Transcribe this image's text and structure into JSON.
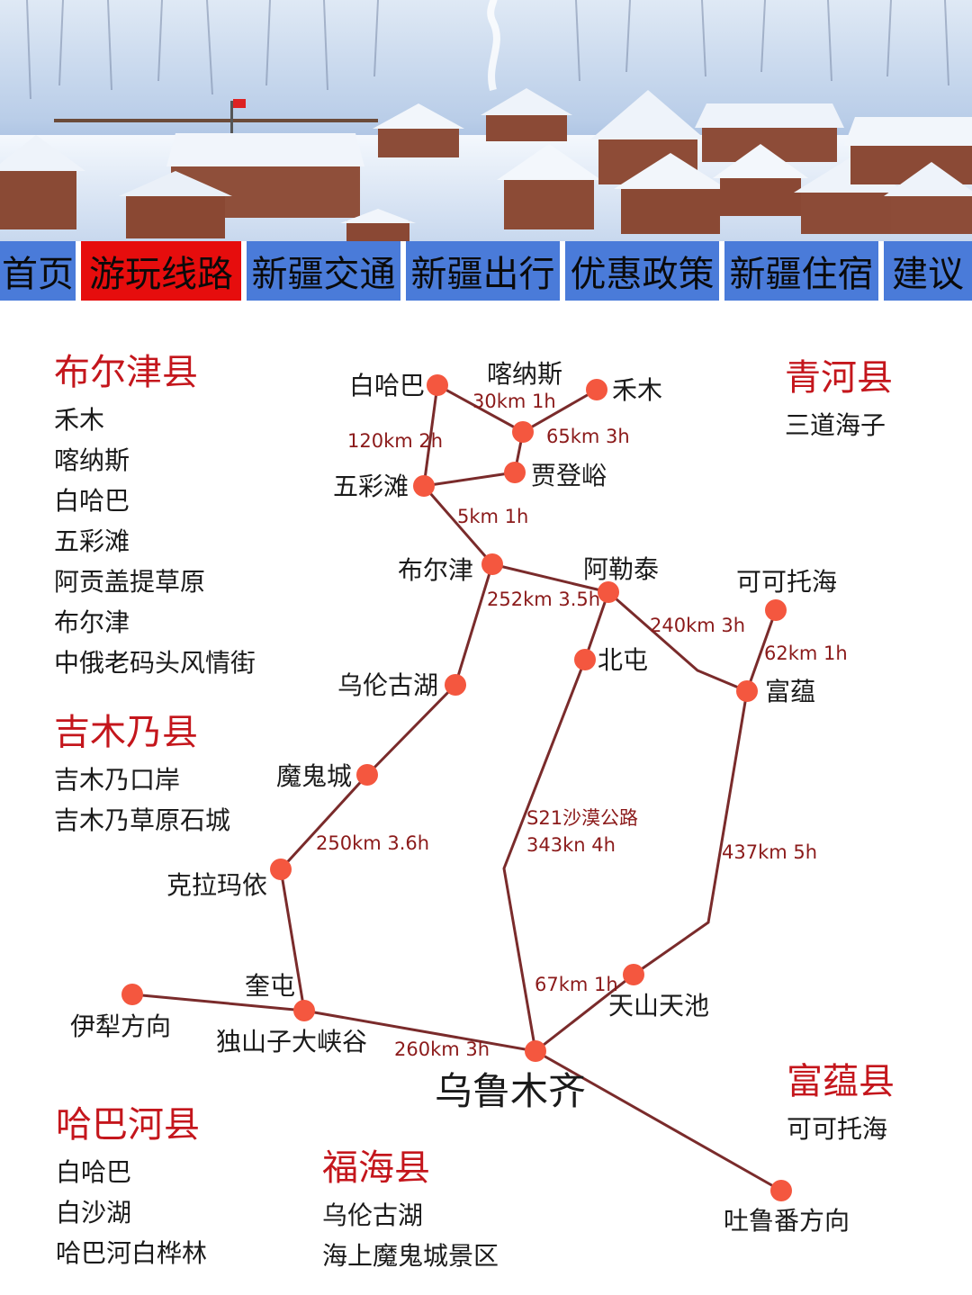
{
  "nav": {
    "tabs": [
      {
        "label": "首页",
        "active": false
      },
      {
        "label": "游玩线路",
        "active": true
      },
      {
        "label": "新疆交通",
        "active": false
      },
      {
        "label": "新疆出行",
        "active": false
      },
      {
        "label": "优惠政策",
        "active": false
      },
      {
        "label": "新疆住宿",
        "active": false
      },
      {
        "label": "建议",
        "active": false
      }
    ],
    "colors": {
      "tab": "#4a7bd9",
      "active": "#e60d0d"
    }
  },
  "regions": [
    {
      "id": "burqin",
      "title": "布尔津县",
      "items": [
        "禾木",
        "喀纳斯",
        "白哈巴",
        "五彩滩",
        "阿贡盖提草原",
        "布尔津",
        "中俄老码头风情街"
      ]
    },
    {
      "id": "jeminay",
      "title": "吉木乃县",
      "items": [
        "吉木乃口岸",
        "吉木乃草原石城"
      ]
    },
    {
      "id": "qinghe",
      "title": "青河县",
      "items": [
        "三道海子"
      ]
    },
    {
      "id": "habahe",
      "title": "哈巴河县",
      "items": [
        "白哈巴",
        "白沙湖",
        "哈巴河白桦林"
      ]
    },
    {
      "id": "fuhai",
      "title": "福海县",
      "items": [
        "乌伦古湖",
        "海上魔鬼城景区"
      ]
    },
    {
      "id": "fuyun",
      "title": "富蕴县",
      "items": [
        "可可托海"
      ]
    }
  ],
  "map": {
    "colors": {
      "node": "#f4573f",
      "line": "#7a2b2b",
      "label": "#1a1a1a",
      "distance": "#8b1a1a"
    },
    "nodes": [
      {
        "id": "baihaba",
        "name": "白哈巴"
      },
      {
        "id": "kanas",
        "name": "喀纳斯"
      },
      {
        "id": "hemu",
        "name": "禾木"
      },
      {
        "id": "jiadengyu",
        "name": "贾登峪"
      },
      {
        "id": "wucaitan",
        "name": "五彩滩"
      },
      {
        "id": "burqin",
        "name": "布尔津"
      },
      {
        "id": "altay",
        "name": "阿勒泰"
      },
      {
        "id": "koktokay",
        "name": "可可托海"
      },
      {
        "id": "beitun",
        "name": "北屯"
      },
      {
        "id": "fuyun",
        "name": "富蕴"
      },
      {
        "id": "ulungur",
        "name": "乌伦古湖"
      },
      {
        "id": "ghostcity",
        "name": "魔鬼城"
      },
      {
        "id": "karamay",
        "name": "克拉玛依"
      },
      {
        "id": "kuitun",
        "name": "奎屯"
      },
      {
        "id": "yili",
        "name": "伊犁方向"
      },
      {
        "id": "dushanzi",
        "name": "独山子大峡谷"
      },
      {
        "id": "tianchi",
        "name": "天山天池"
      },
      {
        "id": "urumqi",
        "name": "乌鲁木齐"
      },
      {
        "id": "turpan",
        "name": "吐鲁番方向"
      }
    ],
    "distances": [
      {
        "id": "d1",
        "text": "30km 1h"
      },
      {
        "id": "d2",
        "text": "120km 2h"
      },
      {
        "id": "d3",
        "text": "65km 3h"
      },
      {
        "id": "d4",
        "text": "5km 1h"
      },
      {
        "id": "d5",
        "text": "252km 3.5h"
      },
      {
        "id": "d6",
        "text": "240km 3h"
      },
      {
        "id": "d7",
        "text": "62km 1h"
      },
      {
        "id": "d8",
        "text": "S21沙漠公路"
      },
      {
        "id": "d9",
        "text": "343kn 4h"
      },
      {
        "id": "d10",
        "text": "437km 5h"
      },
      {
        "id": "d11",
        "text": "250km 3.6h"
      },
      {
        "id": "d12",
        "text": "67km 1h"
      },
      {
        "id": "d13",
        "text": "260km 3h"
      }
    ]
  }
}
